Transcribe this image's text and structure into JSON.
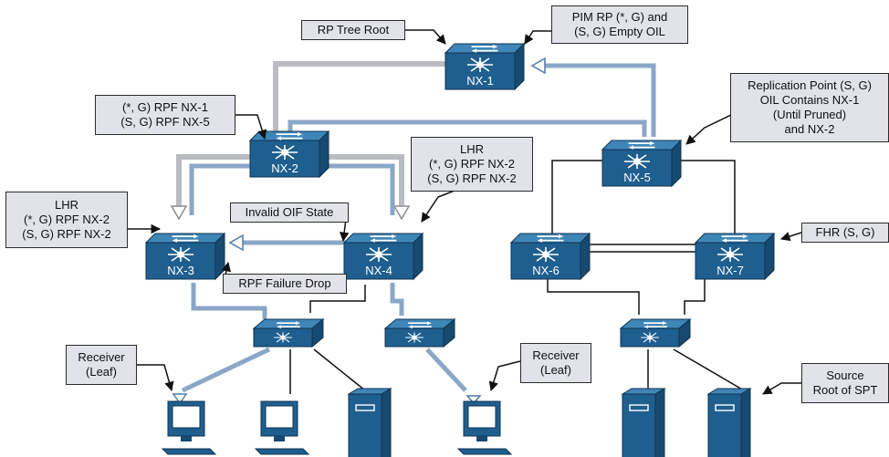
{
  "diagram": {
    "nodes": {
      "nx1": "NX-1",
      "nx2": "NX-2",
      "nx3": "NX-3",
      "nx4": "NX-4",
      "nx5": "NX-5",
      "nx6": "NX-6",
      "nx7": "NX-7"
    },
    "callouts": {
      "rp_tree_root": "RP Tree Root",
      "pim_rp": [
        "PIM RP (*, G) and",
        "(S, G) Empty OIL"
      ],
      "nx2_rpf": [
        "(*, G) RPF NX-1",
        "(S, G) RPF NX-5"
      ],
      "replication_point": [
        "Replication Point (S, G)",
        "OIL Contains NX-1",
        "(Until Pruned)",
        "and NX-2"
      ],
      "lhr_nx4": [
        "LHR",
        "(*, G) RPF NX-2",
        "(S, G) RPF NX-2"
      ],
      "lhr_nx3": [
        "LHR",
        "(*, G) RPF NX-2",
        "(S, G) RPF NX-2"
      ],
      "invalid_oif": "Invalid OIF State",
      "rpf_failure": "RPF Failure Drop",
      "fhr": "FHR (S, G)",
      "receiver_left": [
        "Receiver",
        "(Leaf)"
      ],
      "receiver_right": [
        "Receiver",
        "(Leaf)"
      ],
      "source": [
        "Source",
        "Root of SPT"
      ]
    },
    "colors": {
      "device": "#1f5f8f",
      "device_top": "#3f86b8",
      "device_side": "#174a70",
      "spt_path": "#8ba7c7",
      "shared_tree": "#b9bcc1",
      "link": "#111111",
      "label_bg": "#e1e3e8"
    }
  }
}
